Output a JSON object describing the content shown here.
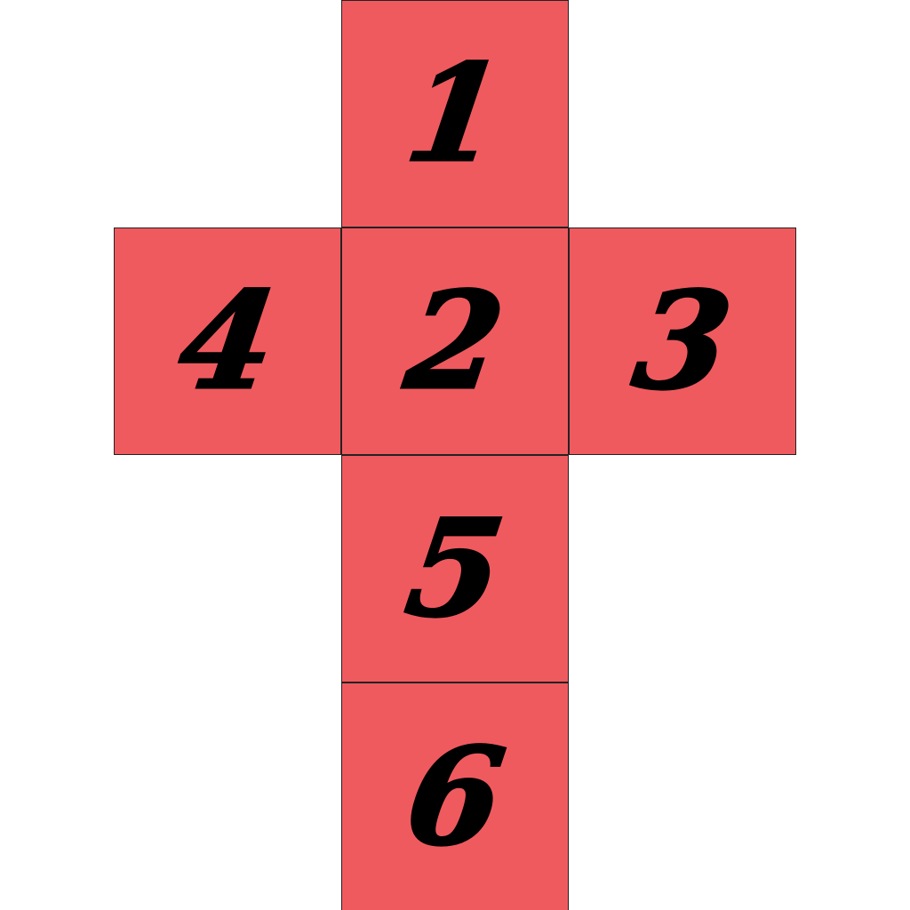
{
  "diagram": {
    "face_color": "#ef5a5f",
    "digit_color": "#000000",
    "faces": [
      {
        "id": "1",
        "label": "1"
      },
      {
        "id": "4",
        "label": "4"
      },
      {
        "id": "2",
        "label": "2"
      },
      {
        "id": "3",
        "label": "3"
      },
      {
        "id": "5",
        "label": "5"
      },
      {
        "id": "6",
        "label": "6"
      }
    ]
  }
}
